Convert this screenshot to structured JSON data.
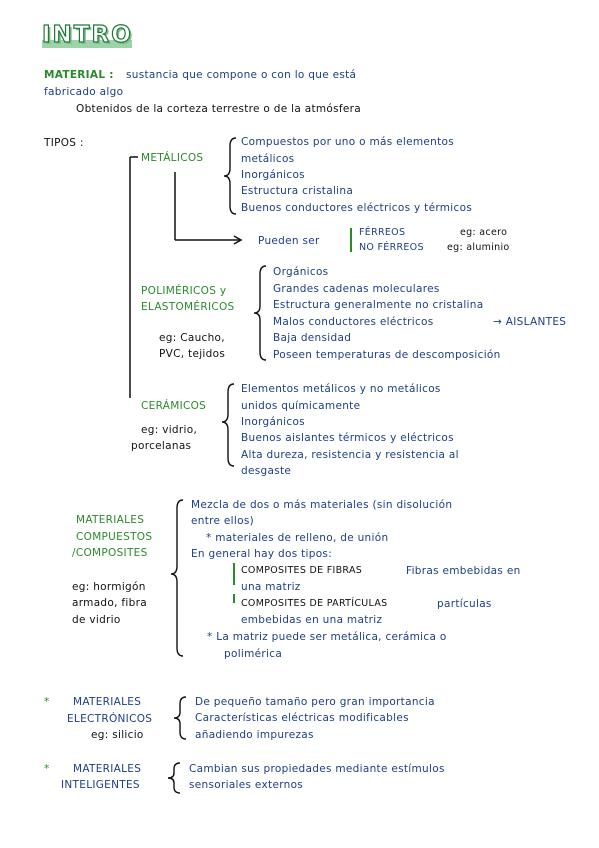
{
  "title": "INTRO",
  "definition": {
    "label": "MATERIAL :",
    "line1": "sustancia que compone o con lo que está",
    "line2": "fabricado algo",
    "line3": "Obtenidos de la corteza terrestre o de la atmósfera"
  },
  "tipos_label": "TIPOS :",
  "metalicos": {
    "label": "METÁLICOS",
    "items": [
      "Compuestos por uno o más elementos",
      "metálicos",
      "Inorgánicos",
      "Estructura cristalina",
      "Buenos conductores eléctricos y térmicos"
    ],
    "pueden_ser": "Pueden ser",
    "ferreos": "FÉRREOS",
    "ferreos_eg": "eg: acero",
    "no_ferreos": "NO FÉRREOS",
    "no_ferreos_eg": "eg: aluminio"
  },
  "polimericos": {
    "label1": "POLIMÉRICOS y",
    "label2": "ELASTOMÉRICOS",
    "eg1": "eg: Caucho,",
    "eg2": "PVC, tejidos",
    "items": [
      "Orgánicos",
      "Grandes cadenas moleculares",
      "Estructura generalmente no cristalina",
      "Malos conductores eléctricos",
      "Baja densidad",
      "Poseen temperaturas de descomposición"
    ],
    "aislantes": "→ AISLANTES"
  },
  "ceramicos": {
    "label": "CERÁMICOS",
    "eg1": "eg: vidrio,",
    "eg2": "porcelanas",
    "items": [
      "Elementos metálicos y no metálicos",
      "unidos químicamente",
      "Inorgánicos",
      "Buenos aislantes térmicos y eléctricos",
      "Alta dureza, resistencia y resistencia al",
      "desgaste"
    ]
  },
  "composites": {
    "label1": "MATERIALES",
    "label2": "COMPUESTOS",
    "label3": "/COMPOSITES",
    "eg1": "eg: hormigón",
    "eg2": "armado, fibra",
    "eg3": "de vidrio",
    "line1": "Mezcla de dos o más materiales (sin disolución",
    "line2": "entre ellos)",
    "note1": "* materiales de relleno, de unión",
    "line3": "En general hay dos tipos:",
    "fibras_label": "COMPOSITES DE FIBRAS",
    "fibras_text": "Fibras embebidas en",
    "fibras_text2": "una matriz",
    "particulas_label": "COMPOSITES DE PARTÍCULAS",
    "particulas_text": "partículas",
    "particulas_text2": "embebidas en una matriz",
    "note2": "* La matriz puede ser metálica, cerámica o",
    "note2b": "polimérica"
  },
  "electronicos": {
    "star": "*",
    "label1": "MATERIALES",
    "label2": "ELECTRÓNICOS",
    "eg": "eg: silicio",
    "items": [
      "De pequeño tamaño pero gran importancia",
      "Características eléctricas modificables",
      "añadiendo impurezas"
    ]
  },
  "inteligentes": {
    "star": "*",
    "label1": "MATERIALES",
    "label2": "INTELIGENTES",
    "items": [
      "Cambian sus propiedades mediante estímulos",
      "sensoriales externos"
    ]
  }
}
